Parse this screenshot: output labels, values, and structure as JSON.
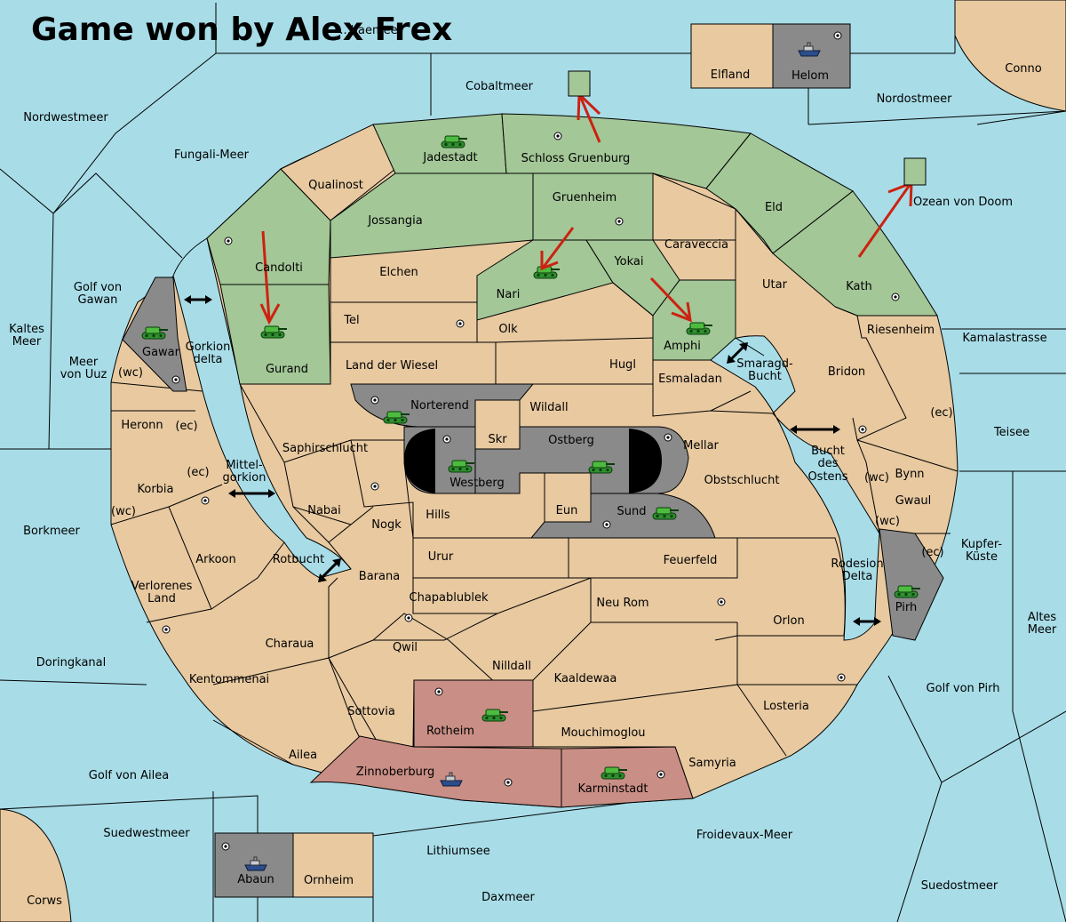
{
  "title": "Game won by Alex Frex",
  "colors": {
    "sea": "#a8dde8",
    "land": "#e8c9a0",
    "green_player": "#a3c797",
    "grey_player": "#8a8a8a",
    "red_player": "#c98e85",
    "arrow": "#cc2211",
    "border": "#000000"
  },
  "icons": {
    "army": "tank-icon",
    "fleet": "ship-icon",
    "supply_center": "supply-center-dot-icon",
    "move": "red-arrow-icon",
    "connection": "double-arrow-icon"
  },
  "seas": [
    "Nordwestmeer",
    "Fungali-Meer",
    "Cobaltmeer",
    "Nordostmeer",
    "Conno",
    "Kaltes Meer",
    "Golf von Gawan",
    "Meer von Uuz",
    "Gorkion delta",
    "Mittel-gorkion",
    "Rotbucht",
    "Borkmeer",
    "Doringkanal",
    "Golf von Ailea",
    "Suedwestmeer",
    "Corws",
    "Lithiumsee",
    "Daxmeer",
    "Froidevaux-Meer",
    "Suedostmeer",
    "Golf von Pirh",
    "Altes Meer",
    "Kupfer-Küste",
    "Teisee",
    "Kamalastrasse",
    "Ozean von Doom",
    "Smaragd-Bucht",
    "Bucht des Ostens",
    "Rodesion Delta"
  ],
  "labels": {
    "t0": "...haemee",
    "t1": "Cobaltmeer",
    "t2": "Elfland",
    "t3": "Helom",
    "t4": "Conno",
    "t5": "Nordostmeer",
    "t6": "Nordwestmeer",
    "t7": "Fungali-Meer",
    "t8": "Jadestadt",
    "t9": "Schloss Gruenburg",
    "t10": "Qualinost",
    "t11": "Jossangia",
    "t12": "Gruenheim",
    "t13": "Eld",
    "t14": "Ozean von Doom",
    "t15": "Caraveccia",
    "t16": "Candolti",
    "t17": "Elchen",
    "t18": "Yokai",
    "t19": "Nari",
    "t20": "Utar",
    "t21": "Kath",
    "t22": "Golf von",
    "t23": "Gawan",
    "t24": "Kaltes",
    "t25": "Meer",
    "t26": "Gawar",
    "t27": "Gorkion",
    "t28": "delta",
    "t29": "Tel",
    "t30": "Olk",
    "t31": "Amphi",
    "t32": "Riesenheim",
    "t33": "Kamalastrasse",
    "t34": "Meer",
    "t35": "von Uuz",
    "t36": "(wc)",
    "t37": "Gurand",
    "t38": "Land der Wiesel",
    "t39": "Hugl",
    "t40": "Smaragd-",
    "t41": "Bucht",
    "t42": "Bridon",
    "t43": "Esmaladan",
    "t44": "Heronn",
    "t45": "(ec)",
    "t46": "Norterend",
    "t47": "Wildall",
    "t48": "(ec)",
    "t49": "Teisee",
    "t50": "Skr",
    "t51": "Ostberg",
    "t52": "Mellar",
    "t53": "Saphirschlucht",
    "t54": "Bucht",
    "t55": "des",
    "t56": "Ostens",
    "t57": "Mittel-",
    "t58": "gorkion",
    "t59": "(ec)",
    "t60": "Westberg",
    "t61": "Obstschlucht",
    "t62": "(wc)",
    "t63": "Bynn",
    "t64": "Korbia",
    "t65": "Gwaul",
    "t66": "Nabai",
    "t67": "Hills",
    "t68": "Eun",
    "t69": "Sund",
    "t70": "(wc)",
    "t71": "Nogk",
    "t72": "(wc)",
    "t73": "Borkmeer",
    "t74": "Kupfer-",
    "t75": "Küste",
    "t76": "Arkoon",
    "t77": "Rotbucht",
    "t78": "Urur",
    "t79": "Feuerfeld",
    "t80": "(ec)",
    "t81": "Rodesion",
    "t82": "Delta",
    "t83": "Barana",
    "t84": "Verlorenes",
    "t85": "Land",
    "t86": "Chapablublek",
    "t87": "Neu Rom",
    "t88": "Pirh",
    "t89": "Altes",
    "t90": "Meer",
    "t91": "Charaua",
    "t92": "Qwil",
    "t93": "Orlon",
    "t94": "Doringkanal",
    "t95": "Nilldall",
    "t96": "Kaaldewaa",
    "t97": "Kentommenai",
    "t98": "Golf von Pirh",
    "t99": "Losteria",
    "t100": "Sottovia",
    "t101": "Rotheim",
    "t102": "Mouchimoglou",
    "t103": "Ailea",
    "t104": "Samyria",
    "t105": "Zinnoberburg",
    "t106": "Golf von Ailea",
    "t107": "Karminstadt",
    "t108": "Suedwestmeer",
    "t109": "Froidevaux-Meer",
    "t110": "Lithiumsee",
    "t111": "Abaun",
    "t112": "Ornheim",
    "t113": "Suedostmeer",
    "t114": "Daxmeer",
    "t115": "Corws"
  }
}
